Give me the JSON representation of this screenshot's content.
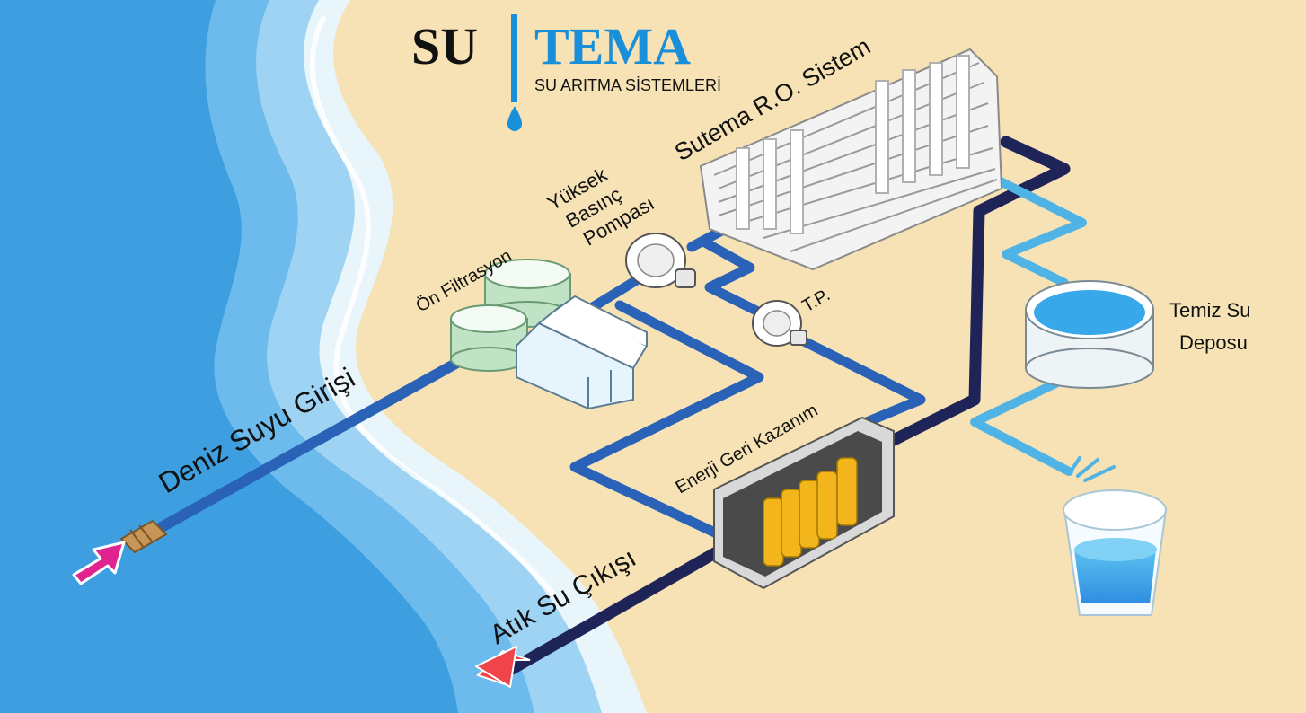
{
  "logo": {
    "part1": "SU",
    "part2": "TEMA",
    "subtitle": "SU ARITMA SİSTEMLERİ"
  },
  "labels": {
    "intake": "Deniz Suyu Girişi",
    "prefiltration": "Ön Filtrasyon",
    "hp_pump": [
      "Yüksek",
      "Basınç",
      "Pompası"
    ],
    "ro_system": "Sutema R.O. Sistem",
    "tp": "T.P.",
    "clean_tank": [
      "Temiz Su",
      "Deposu"
    ],
    "energy_recovery": "Enerji Geri Kazanım",
    "waste_outlet": "Atık Su Çıkışı"
  },
  "colors": {
    "sea_deep": "#3d9fe0",
    "sea_light": "#9ed3f3",
    "sand": "#f6e2b4",
    "brand_blue": "#1a8fd9",
    "feed_pipe": "#2a62b8",
    "brine_pipe": "#1e2358",
    "product_pipe": "#4fb3e6",
    "intake_arrow": "#e0248f",
    "outlet_arrow": "#f0434a",
    "cartridge": "#f2b51c"
  },
  "icons": [
    "water-drop-icon",
    "intake-arrow-icon",
    "outlet-arrow-icon",
    "water-glass-icon"
  ]
}
